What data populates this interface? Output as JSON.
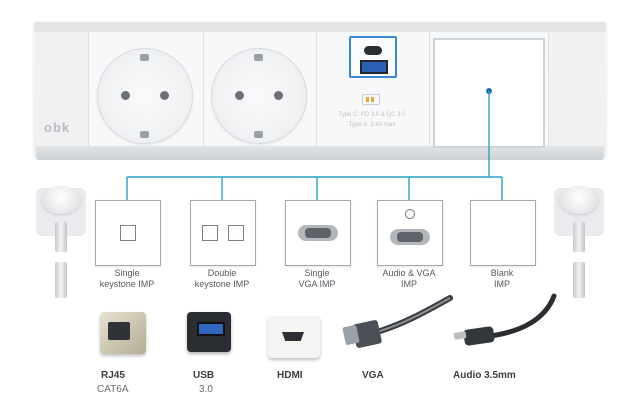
{
  "brand": {
    "logo_text": "obk"
  },
  "usb_module": {
    "spec_line_1": "Type C: PD 3.0 & QC 3.0",
    "spec_line_2": "Type A: 2.4A max"
  },
  "imps": [
    {
      "line1": "Single",
      "line2": "keystone IMP",
      "icon": "keystone-single-icon"
    },
    {
      "line1": "Double",
      "line2": "keystone IMP",
      "icon": "keystone-double-icon"
    },
    {
      "line1": "Single",
      "line2": "VGA IMP",
      "icon": "vga-port-icon"
    },
    {
      "line1": "Audio & VGA",
      "line2": "IMP",
      "icon": "audio-vga-icon"
    },
    {
      "line1": "Blank",
      "line2": "IMP",
      "icon": "blank-plate-icon"
    }
  ],
  "connectors": [
    {
      "label": "RJ45",
      "sub": "CAT6A",
      "icon": "rj45-keystone-icon"
    },
    {
      "label": "USB",
      "sub": "3.0",
      "icon": "usb-keystone-icon"
    },
    {
      "label": "HDMI",
      "sub": "",
      "icon": "hdmi-keystone-icon"
    },
    {
      "label": "VGA",
      "sub": "",
      "icon": "vga-cable-icon"
    },
    {
      "label": "Audio 3.5mm",
      "sub": "",
      "icon": "audio-jack-cable-icon"
    }
  ],
  "colors": {
    "connector_lines": "#29a3c4",
    "usb_highlight": "#3b87d6",
    "dot": "#1a6fb3"
  }
}
